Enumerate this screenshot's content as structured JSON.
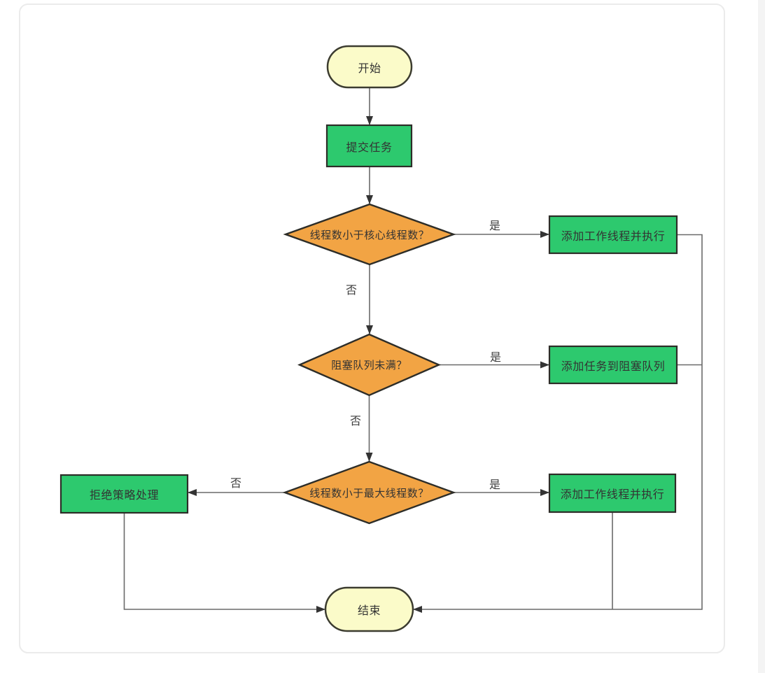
{
  "diagram": {
    "type": "flowchart",
    "language": "zh-CN",
    "topic": "thread-pool task submission flow",
    "nodes": [
      {
        "id": "start",
        "type": "terminator",
        "label": "开始"
      },
      {
        "id": "submit-task",
        "type": "process",
        "label": "提交任务"
      },
      {
        "id": "core-decision",
        "type": "decision",
        "label": "线程数小于核心线程数？"
      },
      {
        "id": "add-worker-1",
        "type": "process",
        "label": "添加工作线程并执行"
      },
      {
        "id": "queue-decision",
        "type": "decision",
        "label": "阻塞队列未满？"
      },
      {
        "id": "add-to-queue",
        "type": "process",
        "label": "添加任务到阻塞队列"
      },
      {
        "id": "max-decision",
        "type": "decision",
        "label": "线程数小于最大线程数？"
      },
      {
        "id": "add-worker-2",
        "type": "process",
        "label": "添加工作线程并执行"
      },
      {
        "id": "reject-policy",
        "type": "process",
        "label": "拒绝策略处理"
      },
      {
        "id": "end",
        "type": "terminator",
        "label": "结束"
      }
    ],
    "edges": [
      {
        "from": "start",
        "to": "submit-task",
        "label": ""
      },
      {
        "from": "submit-task",
        "to": "core-decision",
        "label": ""
      },
      {
        "from": "core-decision",
        "to": "add-worker-1",
        "label": "是"
      },
      {
        "from": "core-decision",
        "to": "queue-decision",
        "label": "否"
      },
      {
        "from": "queue-decision",
        "to": "add-to-queue",
        "label": "是"
      },
      {
        "from": "queue-decision",
        "to": "max-decision",
        "label": "否"
      },
      {
        "from": "max-decision",
        "to": "add-worker-2",
        "label": "是"
      },
      {
        "from": "max-decision",
        "to": "reject-policy",
        "label": "否"
      },
      {
        "from": "add-worker-1",
        "to": "end",
        "label": ""
      },
      {
        "from": "add-to-queue",
        "to": "end",
        "label": ""
      },
      {
        "from": "add-worker-2",
        "to": "end",
        "label": ""
      },
      {
        "from": "reject-policy",
        "to": "end",
        "label": ""
      }
    ]
  },
  "colors": {
    "process_fill": "#2dc96e",
    "decision_fill": "#f2a444",
    "terminator_fill": "#fbfbc9",
    "shape_border": "#2d2d28",
    "connector": "#6a6a6a",
    "arrowhead": "#333333",
    "panel_border": "#ebebeb",
    "background": "#ffffff",
    "text": "#333333"
  }
}
